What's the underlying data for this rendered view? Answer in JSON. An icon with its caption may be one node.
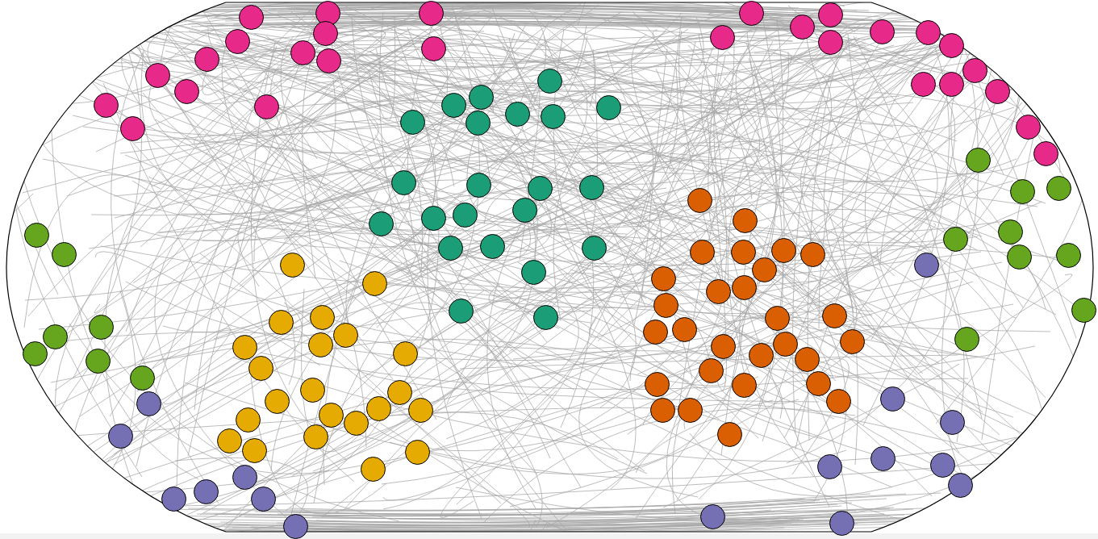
{
  "diagram": {
    "nodes": [
      {
        "text": [],
        "shape": "circle"
      },
      {
        "text": [],
        "shape": "circle"
      },
      {
        "text": [],
        "shape": "circle"
      },
      {
        "text": [],
        "shape": "circle"
      },
      {
        "text": [],
        "shape": "circle"
      },
      {
        "text": [],
        "shape": "circle"
      },
      {
        "text": [],
        "shape": "circle"
      },
      {
        "text": [],
        "shape": "circle"
      },
      {
        "text": [],
        "shape": "circle"
      },
      {
        "text": [],
        "shape": "circle"
      },
      {
        "text": [],
        "shape": "circle"
      },
      {
        "text": [],
        "shape": "circle"
      },
      {
        "text": [],
        "shape": "circle"
      },
      {
        "text": [],
        "shape": "circle"
      },
      {
        "text": [],
        "shape": "circle"
      },
      {
        "text": [],
        "shape": "circle"
      },
      {
        "text": [],
        "shape": "circle"
      },
      {
        "text": [],
        "shape": "circle"
      },
      {
        "text": [],
        "shape": "circle"
      },
      {
        "text": [],
        "shape": "circle"
      },
      {
        "text": [],
        "shape": "circle"
      },
      {
        "text": [],
        "shape": "circle"
      },
      {
        "text": [],
        "shape": "circle"
      },
      {
        "text": [],
        "shape": "circle"
      },
      {
        "text": [],
        "shape": "circle"
      },
      {
        "text": [],
        "shape": "circle"
      },
      {
        "text": [],
        "shape": "circle"
      },
      {
        "text": [],
        "shape": "circle"
      },
      {
        "text": [],
        "shape": "circle"
      },
      {
        "text": [],
        "shape": "circle"
      },
      {
        "text": [],
        "shape": "circle"
      },
      {
        "text": [],
        "shape": "circle"
      },
      {
        "text": [],
        "shape": "circle"
      },
      {
        "text": [],
        "shape": "circle"
      },
      {
        "text": [],
        "shape": "circle"
      },
      {
        "text": [],
        "shape": "circle"
      },
      {
        "text": [],
        "shape": "circle"
      },
      {
        "text": [],
        "shape": "circle"
      },
      {
        "text": [],
        "shape": "circle"
      },
      {
        "text": [],
        "shape": "circle"
      },
      {
        "text": [],
        "shape": "circle"
      },
      {
        "text": [],
        "shape": "circle"
      },
      {
        "text": [],
        "shape": "circle"
      },
      {
        "text": [],
        "shape": "circle"
      },
      {
        "text": [],
        "shape": "circle"
      },
      {
        "text": [],
        "shape": "circle"
      },
      {
        "text": [],
        "shape": "circle"
      },
      {
        "text": [],
        "shape": "circle"
      },
      {
        "text": [],
        "shape": "circle"
      },
      {
        "text": [],
        "shape": "circle"
      },
      {
        "text": [],
        "shape": "circle"
      },
      {
        "text": [],
        "shape": "circle"
      },
      {
        "text": [],
        "shape": "circle"
      },
      {
        "text": [],
        "shape": "circle"
      },
      {
        "text": [],
        "shape": "circle"
      },
      {
        "text": [],
        "shape": "circle"
      },
      {
        "text": [],
        "shape": "circle"
      },
      {
        "text": [],
        "shape": "circle"
      },
      {
        "text": [],
        "shape": "circle"
      },
      {
        "text": [],
        "shape": "circle"
      },
      {
        "text": [],
        "shape": "circle"
      },
      {
        "text": [],
        "shape": "circle"
      },
      {
        "text": [],
        "shape": "circle"
      },
      {
        "text": [],
        "shape": "circle"
      },
      {
        "text": [],
        "shape": "circle"
      },
      {
        "text": [],
        "shape": "circle"
      },
      {
        "text": [],
        "shape": "circle"
      },
      {
        "text": [],
        "shape": "circle"
      },
      {
        "text": [],
        "shape": "circle"
      },
      {
        "text": [],
        "shape": "circle"
      },
      {
        "text": [],
        "shape": "circle"
      },
      {
        "text": [],
        "shape": "circle"
      },
      {
        "text": [],
        "shape": "circle"
      },
      {
        "text": [],
        "shape": "circle"
      },
      {
        "text": [],
        "shape": "circle"
      },
      {
        "text": [],
        "shape": "circle"
      },
      {
        "text": [],
        "shape": "circle"
      },
      {
        "text": [],
        "shape": "circle"
      },
      {
        "text": [],
        "shape": "circle"
      },
      {
        "text": [],
        "shape": "circle"
      },
      {
        "text": [],
        "shape": "circle"
      },
      {
        "text": [],
        "shape": "circle"
      },
      {
        "text": [],
        "shape": "circle"
      },
      {
        "text": [],
        "shape": "circle"
      },
      {
        "text": [],
        "shape": "circle"
      },
      {
        "text": [],
        "shape": "circle"
      },
      {
        "text": [],
        "shape": "circle"
      },
      {
        "text": [],
        "shape": "circle"
      },
      {
        "text": [],
        "shape": "circle"
      },
      {
        "text": [],
        "shape": "circle"
      },
      {
        "text": [],
        "shape": "circle"
      },
      {
        "text": [],
        "shape": "circle"
      },
      {
        "text": [],
        "shape": "circle"
      },
      {
        "text": [],
        "shape": "circle"
      },
      {
        "text": [],
        "shape": "circle"
      },
      {
        "text": [],
        "shape": "circle"
      },
      {
        "text": [],
        "shape": "circle"
      },
      {
        "text": [],
        "shape": "circle"
      },
      {
        "text": [],
        "shape": "circle"
      },
      {
        "text": [],
        "shape": "circle"
      },
      {
        "text": [],
        "shape": "circle"
      },
      {
        "text": [],
        "shape": "circle"
      },
      {
        "text": [],
        "shape": "circle"
      },
      {
        "text": [],
        "shape": "circle"
      },
      {
        "text": [],
        "shape": "circle"
      },
      {
        "text": [],
        "shape": "circle"
      },
      {
        "text": [],
        "shape": "circle"
      },
      {
        "text": [],
        "shape": "circle"
      },
      {
        "text": [],
        "shape": "circle"
      },
      {
        "text": [],
        "shape": "circle"
      },
      {
        "text": [],
        "shape": "circle"
      },
      {
        "text": [],
        "shape": "circle"
      },
      {
        "text": [],
        "shape": "circle"
      },
      {
        "text": [],
        "shape": "circle"
      },
      {
        "text": [],
        "shape": "circle"
      },
      {
        "text": [],
        "shape": "circle"
      },
      {
        "text": [],
        "shape": "circle"
      },
      {
        "text": [],
        "shape": "circle"
      },
      {
        "text": [],
        "shape": "circle"
      },
      {
        "text": [],
        "shape": "circle"
      },
      {
        "text": [],
        "shape": "circle"
      },
      {
        "text": [],
        "shape": "circle"
      },
      {
        "text": [],
        "shape": "circle"
      },
      {
        "text": [],
        "shape": "circle"
      },
      {
        "text": [],
        "shape": "circle"
      },
      {
        "text": [],
        "shape": "circle"
      },
      {
        "text": [],
        "shape": "circle"
      },
      {
        "text": [],
        "shape": "circle"
      },
      {
        "text": [],
        "shape": "circle"
      },
      {
        "text": [],
        "shape": "circle"
      },
      {
        "text": [],
        "shape": "circle"
      },
      {
        "text": [],
        "shape": "circle"
      }
    ]
  }
}
